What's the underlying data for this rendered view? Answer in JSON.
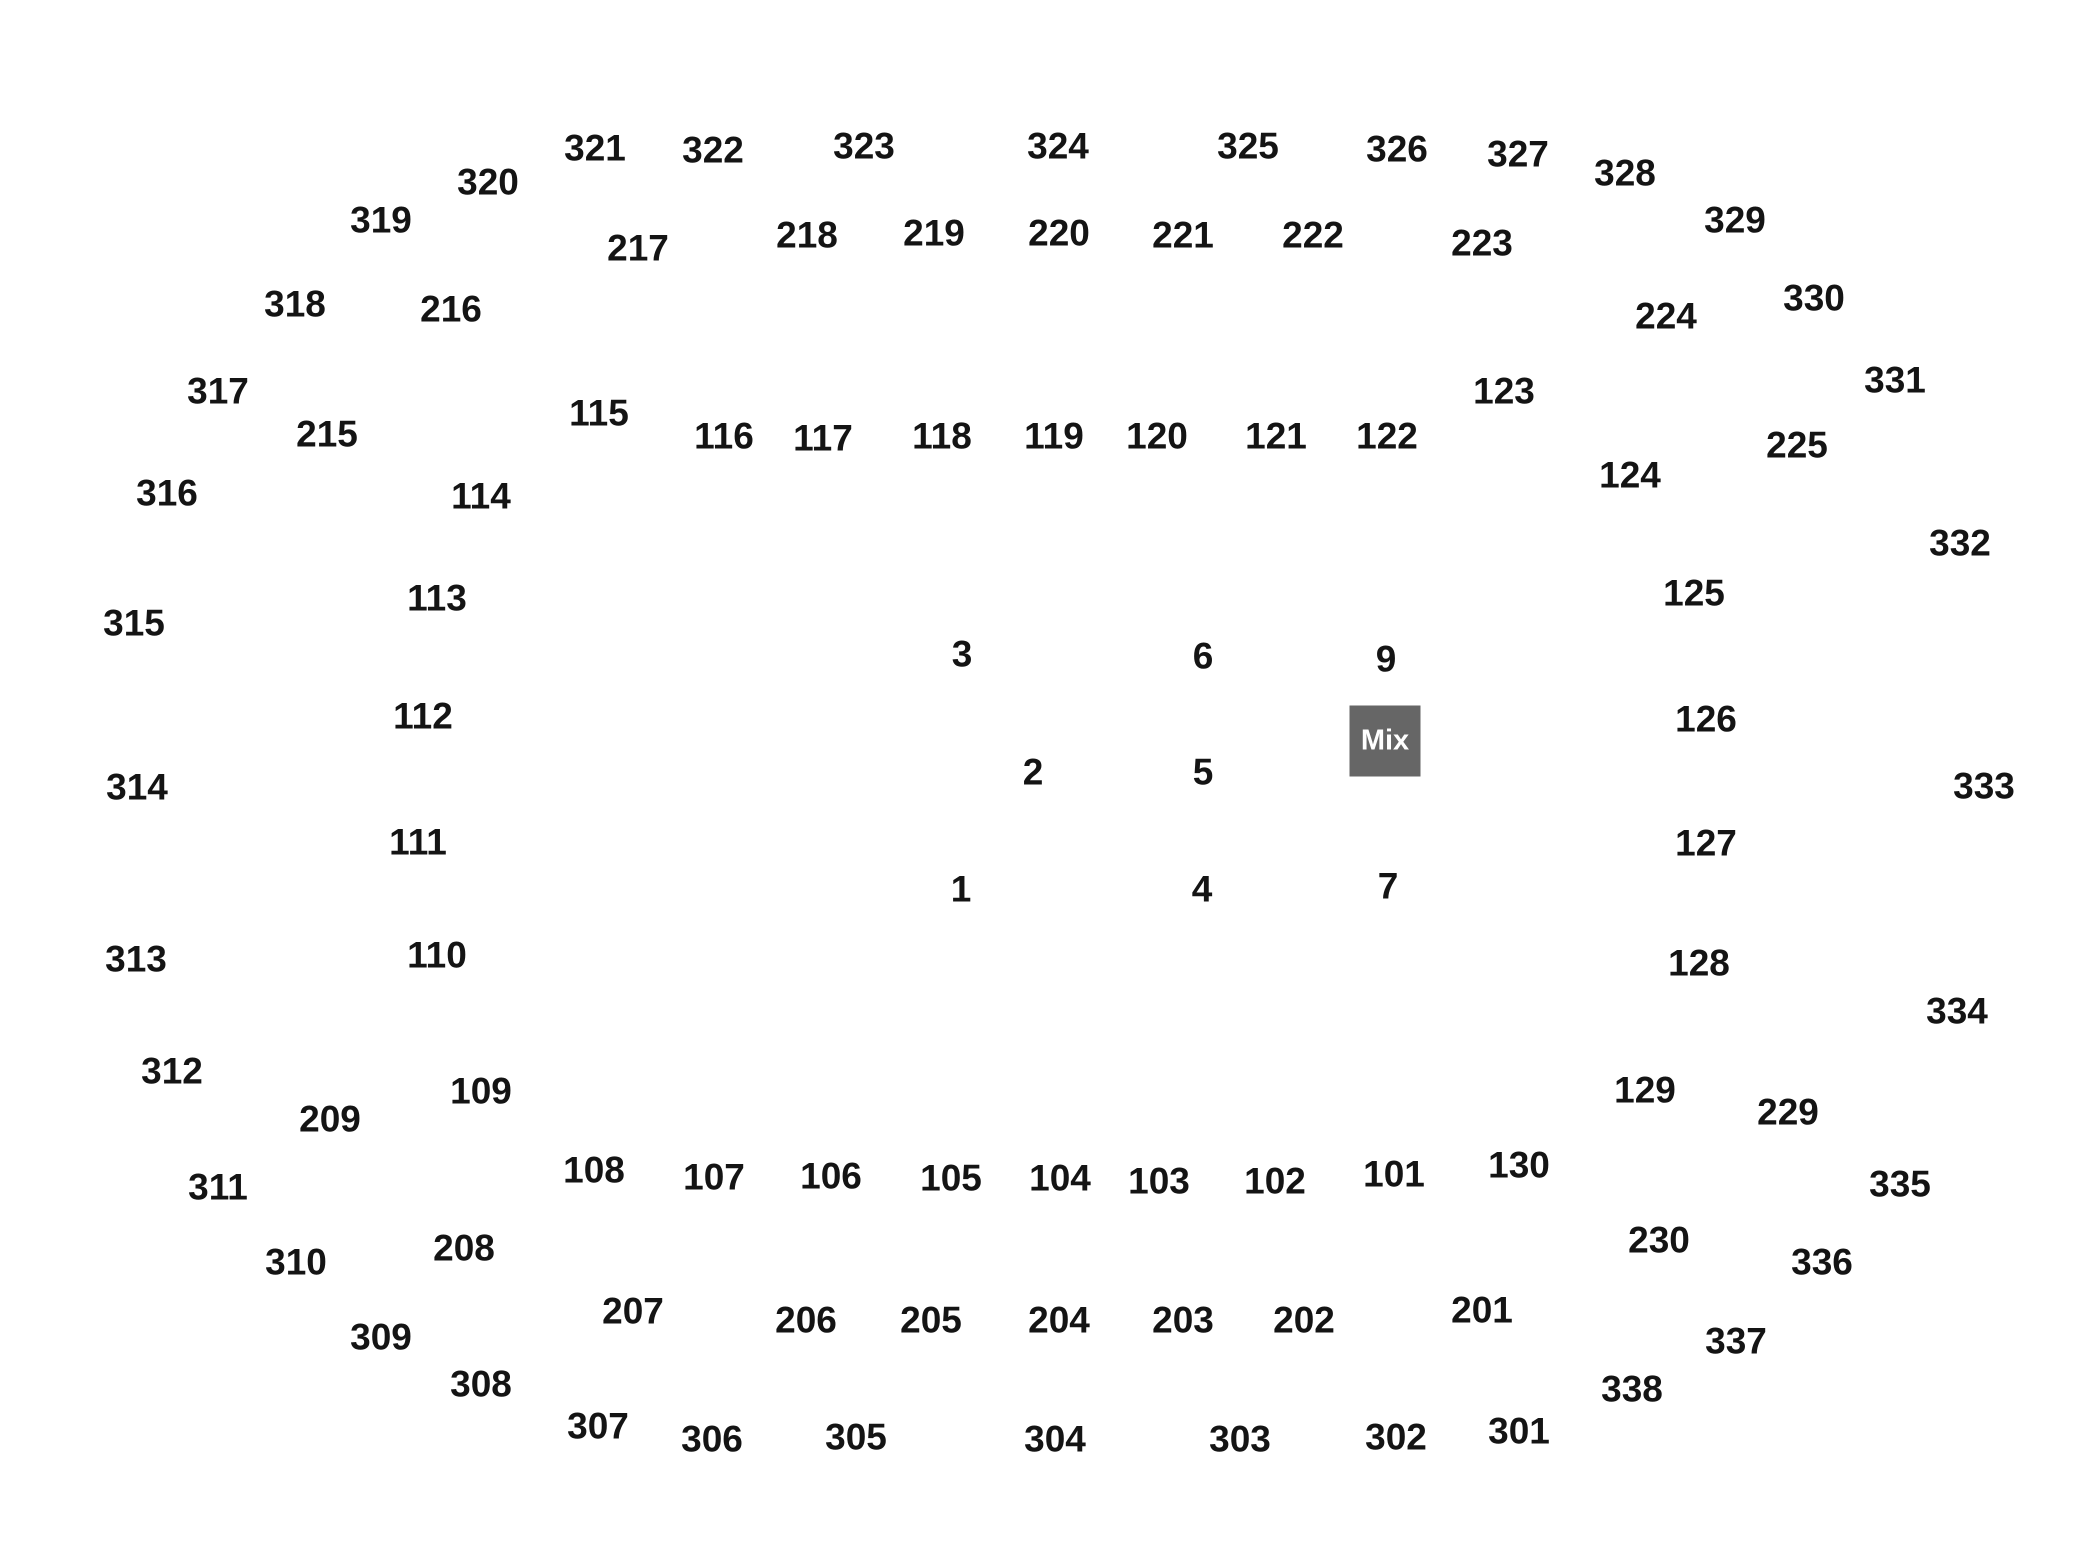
{
  "venue_map": {
    "colors": {
      "label": "#141414",
      "mix_box": "#666666",
      "mix_text": "#ffffff",
      "background": "#ffffff"
    },
    "mix": {
      "label": "Mix"
    },
    "sections": [
      "321",
      "322",
      "323",
      "324",
      "325",
      "326",
      "327",
      "328",
      "320",
      "319",
      "329",
      "330",
      "331",
      "318",
      "317",
      "316",
      "332",
      "315",
      "333",
      "314",
      "313",
      "334",
      "312",
      "311",
      "310",
      "309",
      "308",
      "307",
      "306",
      "305",
      "304",
      "303",
      "302",
      "301",
      "338",
      "337",
      "336",
      "335",
      "217",
      "218",
      "219",
      "220",
      "221",
      "222",
      "223",
      "216",
      "224",
      "215",
      "225",
      "209",
      "208",
      "207",
      "206",
      "205",
      "204",
      "203",
      "202",
      "201",
      "229",
      "230",
      "115",
      "116",
      "117",
      "118",
      "119",
      "120",
      "121",
      "122",
      "123",
      "124",
      "114",
      "113",
      "125",
      "112",
      "126",
      "111",
      "127",
      "110",
      "128",
      "109",
      "129",
      "108",
      "107",
      "106",
      "105",
      "104",
      "103",
      "102",
      "101",
      "130",
      "3",
      "6",
      "9",
      "2",
      "5",
      "1",
      "4",
      "7"
    ]
  }
}
